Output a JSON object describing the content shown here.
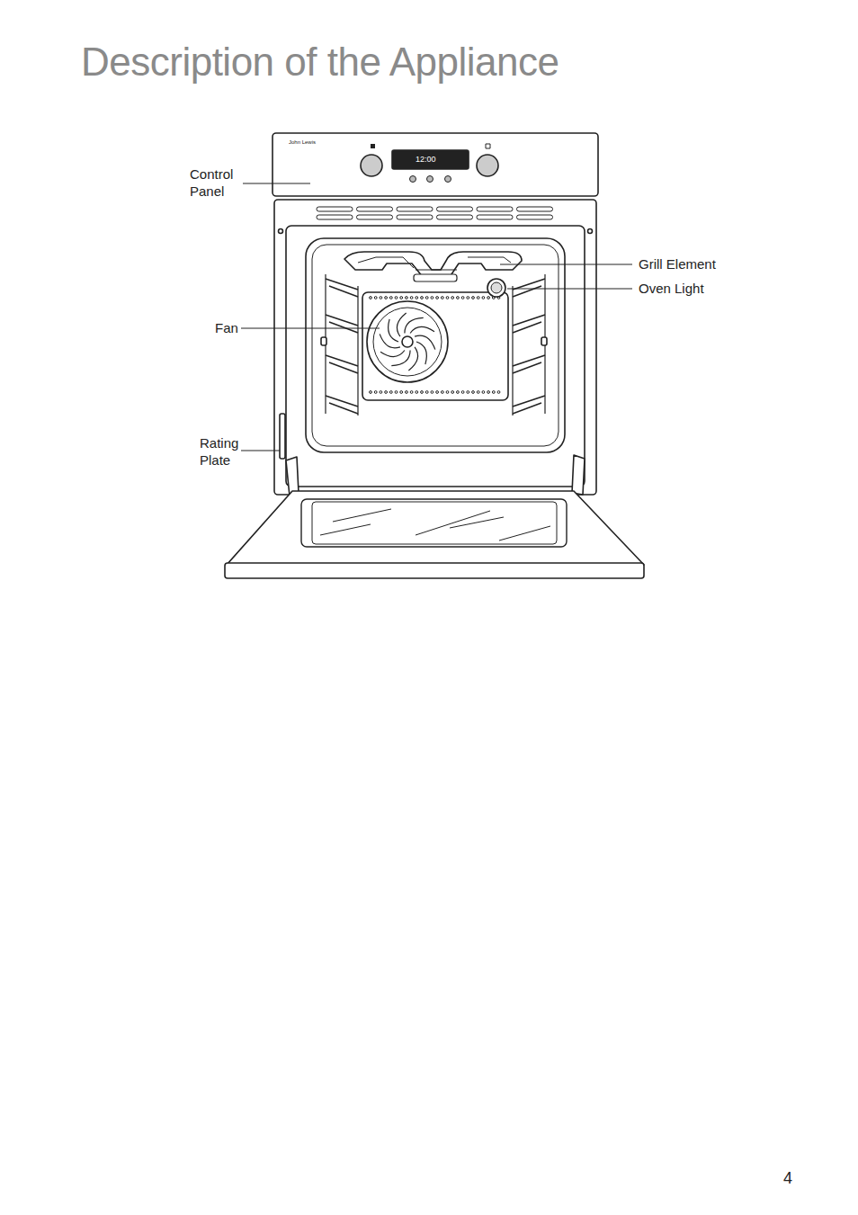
{
  "diagram": {
    "title": "Description of the Appliance",
    "labels": [
      "Control Panel",
      "Grill Element",
      "Oven Light",
      "Fan",
      "Rating Plate",
      "John Lewis",
      "12:00",
      "4"
    ]
  }
}
